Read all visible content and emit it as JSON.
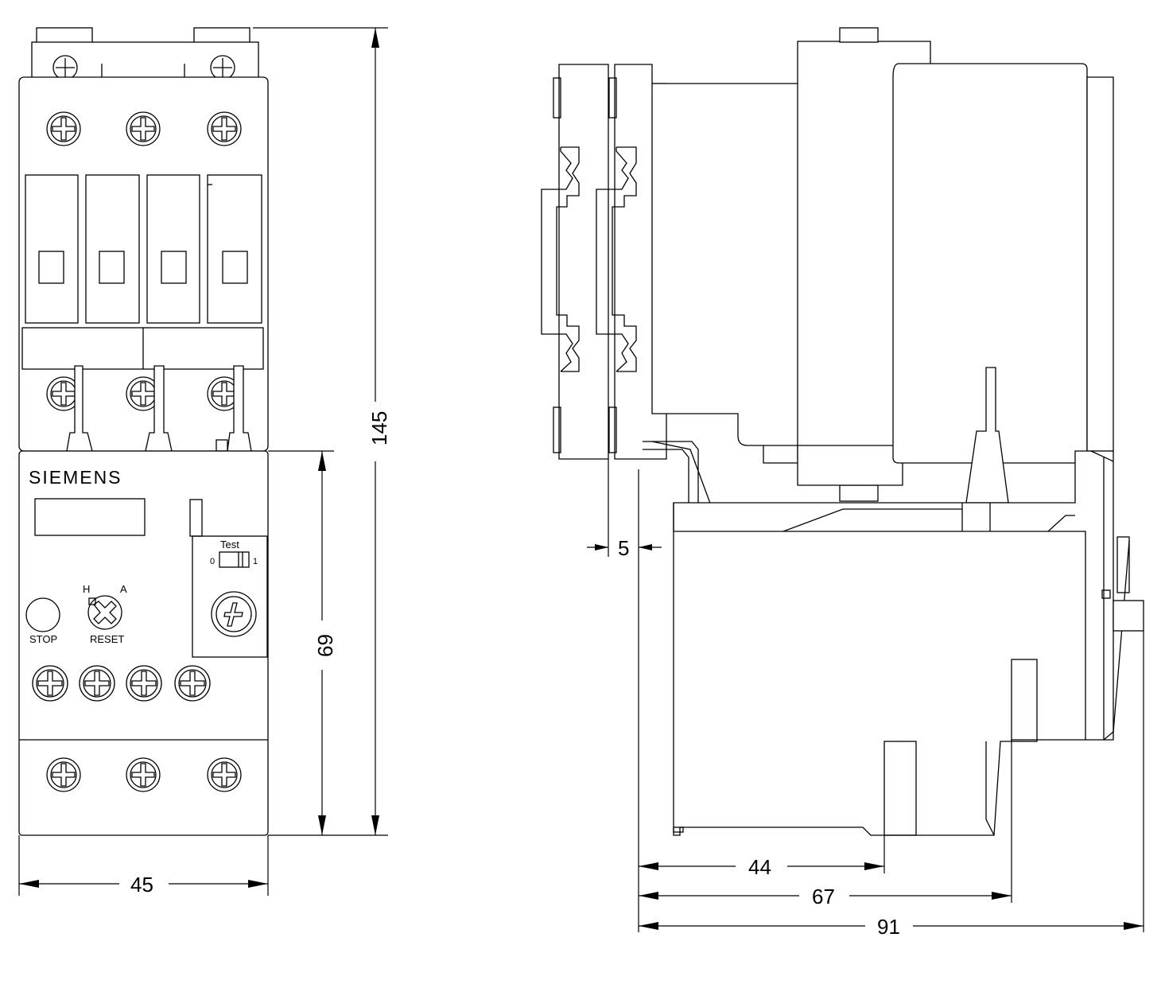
{
  "brand": "SIEMENS",
  "labels": {
    "test": "Test",
    "switch_off": "0",
    "switch_on": "1",
    "mode_hand": "H",
    "mode_auto": "A",
    "stop": "STOP",
    "reset": "RESET"
  },
  "dimensions": {
    "overall_height": "145",
    "relay_height": "69",
    "width": "45",
    "offset": "5",
    "depth_1": "44",
    "depth_2": "67",
    "depth_3": "91"
  }
}
